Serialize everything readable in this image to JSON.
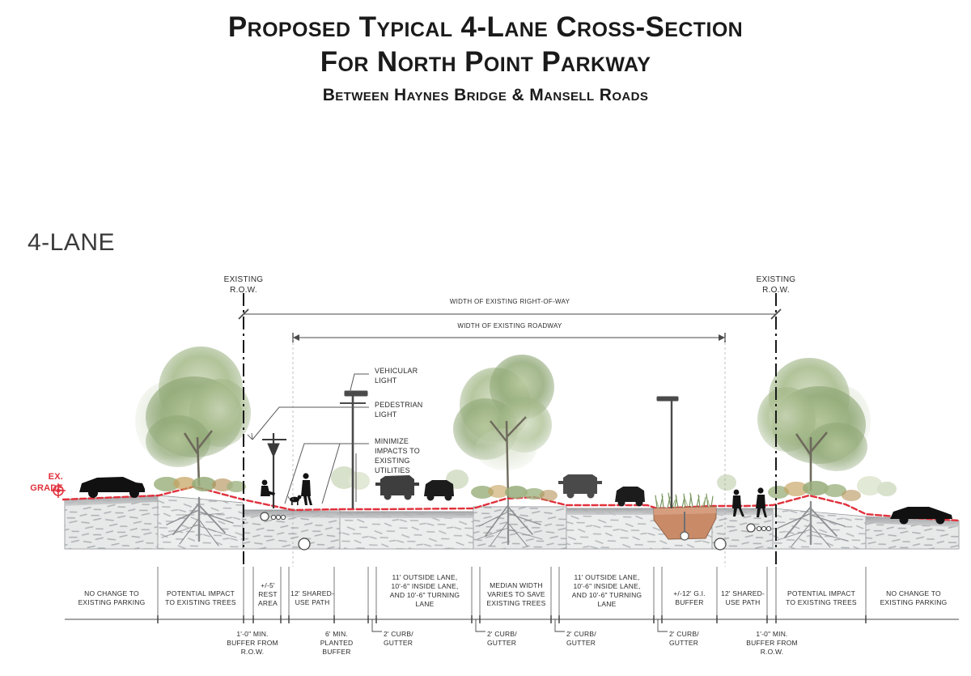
{
  "title": {
    "line1": "Proposed Typical 4-Lane Cross-Section",
    "line2": "For North Point Parkway",
    "line3": "Between Haynes Bridge & Mansell Roads"
  },
  "lane_tag": "4-LANE",
  "grade_marker": {
    "line1": "EX.",
    "line2": "GRADE",
    "color": "#e0313c"
  },
  "row_markers": {
    "left": {
      "line1": "EXISTING",
      "line2": "R.O.W."
    },
    "right": {
      "line1": "EXISTING",
      "line2": "R.O.W."
    }
  },
  "dimensions": {
    "right_of_way": "WIDTH OF EXISTING RIGHT-OF-WAY",
    "roadway": "WIDTH OF EXISTING ROADWAY"
  },
  "callouts": [
    {
      "id": "vehicular-light",
      "line1": "VEHICULAR",
      "line2": "LIGHT"
    },
    {
      "id": "pedestrian-light",
      "line1": "PEDESTRIAN",
      "line2": "LIGHT"
    },
    {
      "id": "utilities",
      "line1": "MINIMIZE",
      "line2": "IMPACTS TO",
      "line3": "EXISTING",
      "line4": "UTILITIES"
    }
  ],
  "segments": [
    {
      "id": "left-parking",
      "lines": [
        "NO CHANGE TO",
        "EXISTING PARKING"
      ]
    },
    {
      "id": "left-trees",
      "lines": [
        "POTENTIAL IMPACT",
        "TO EXISTING TREES"
      ]
    },
    {
      "id": "left-rest-area",
      "lines": [
        "+/-5'",
        "REST",
        "AREA"
      ]
    },
    {
      "id": "left-path",
      "lines": [
        "12' SHARED-",
        "USE PATH"
      ]
    },
    {
      "id": "left-lanes",
      "lines": [
        "11' OUTSIDE LANE,",
        "10'-6\" INSIDE LANE,",
        "AND 10'-6\" TURNING",
        "LANE"
      ]
    },
    {
      "id": "median",
      "lines": [
        "MEDIAN WIDTH",
        "VARIES TO SAVE",
        "EXISTING TREES"
      ]
    },
    {
      "id": "right-lanes",
      "lines": [
        "11' OUTSIDE LANE,",
        "10'-6\" INSIDE LANE,",
        "AND 10'-6\" TURNING",
        "LANE"
      ]
    },
    {
      "id": "gi-buffer",
      "lines": [
        "+/-12' G.I.",
        "BUFFER"
      ]
    },
    {
      "id": "right-path",
      "lines": [
        "12' SHARED-",
        "USE PATH"
      ]
    },
    {
      "id": "right-trees",
      "lines": [
        "POTENTIAL IMPACT",
        "TO EXISTING TREES"
      ]
    },
    {
      "id": "right-parking",
      "lines": [
        "NO CHANGE TO",
        "EXISTING PARKING"
      ]
    }
  ],
  "sub_labels": [
    {
      "id": "left-row-buffer",
      "lines": [
        "1'-0\" MIN.",
        "BUFFER FROM",
        "R.O.W."
      ]
    },
    {
      "id": "left-planted-buffer",
      "lines": [
        "6' MIN.",
        "PLANTED",
        "BUFFER"
      ]
    },
    {
      "id": "curb-gutter-1",
      "lines": [
        "2' CURB/",
        "GUTTER"
      ]
    },
    {
      "id": "curb-gutter-2",
      "lines": [
        "2' CURB/",
        "GUTTER"
      ]
    },
    {
      "id": "curb-gutter-3",
      "lines": [
        "2' CURB/",
        "GUTTER"
      ]
    },
    {
      "id": "curb-gutter-4",
      "lines": [
        "2' CURB/",
        "GUTTER"
      ]
    },
    {
      "id": "right-row-buffer",
      "lines": [
        "1'-0\" MIN.",
        "BUFFER FROM",
        "R.O.W."
      ]
    }
  ],
  "colors": {
    "grade_red": "#e0313c",
    "soil": "#e9eaea",
    "soil_dark": "#dcdddd",
    "hatch": "#b9bcbe",
    "vehicle_black": "#111111",
    "vehicle_gray": "#4a4a4a",
    "foliage": "#8fa87a",
    "gi_soil": "#c98b67",
    "line": "#4a4a4a"
  }
}
